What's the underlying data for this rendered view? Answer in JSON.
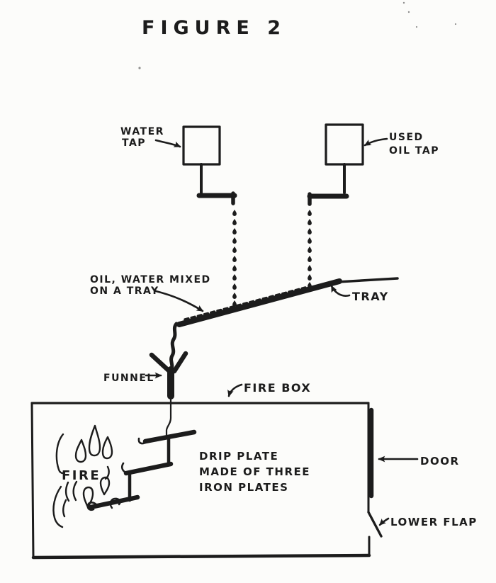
{
  "title": "FIGURE 2",
  "labels": {
    "water_tap": {
      "line1": "WATER",
      "line2": "TAP"
    },
    "used_oil_tap": {
      "line1": "USED",
      "line2": "OIL TAP"
    },
    "oil_water_mixed": {
      "line1": "OIL, WATER MIXED",
      "line2": "ON A TRAY"
    },
    "tray": "TRAY",
    "funnel": "FUNNEL",
    "fire_box": "FIRE BOX",
    "drip_plate": {
      "line1": "DRIP PLATE",
      "line2": "MADE OF THREE",
      "line3": "IRON PLATES"
    },
    "fire": "FIRE",
    "door": "DOOR",
    "lower_flap": "LOWER FLAP"
  },
  "colors": {
    "ink": "#1c1c1c",
    "paper": "#fcfcfa"
  }
}
